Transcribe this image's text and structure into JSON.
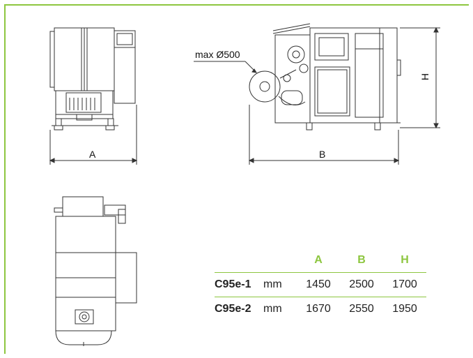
{
  "labels": {
    "dim_a": "A",
    "dim_b": "B",
    "dim_h": "H",
    "max_diameter": "max Ø500"
  },
  "table": {
    "headers": [
      "",
      "",
      "A",
      "B",
      "H"
    ],
    "rows": [
      {
        "model": "C95e-1",
        "unit": "mm",
        "a": "1450",
        "b": "2500",
        "h": "1700"
      },
      {
        "model": "C95e-2",
        "unit": "mm",
        "a": "1670",
        "b": "2550",
        "h": "1950"
      }
    ]
  },
  "colors": {
    "accent": "#8dc63f",
    "line": "#333333"
  }
}
